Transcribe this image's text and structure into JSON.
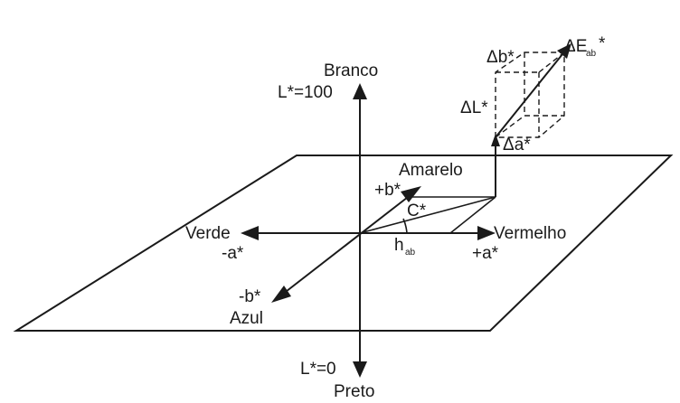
{
  "labels": {
    "white": "Branco",
    "l_max": "L*=100",
    "l_min": "L*=0",
    "black": "Preto",
    "yellow": "Amarelo",
    "plus_b": "+b*",
    "chroma": "C*",
    "green": "Verde",
    "minus_a": "-a*",
    "red": "Vermelho",
    "plus_a": "+a*",
    "hue_main": "h",
    "hue_sub": "ab",
    "minus_b": "-b*",
    "blue": "Azul",
    "delta_b": "Δb*",
    "delta_e_main": "ΔE",
    "delta_e_sub": "ab",
    "delta_e_star": "*",
    "delta_l": "ΔL*",
    "delta_a": "Δa*"
  }
}
